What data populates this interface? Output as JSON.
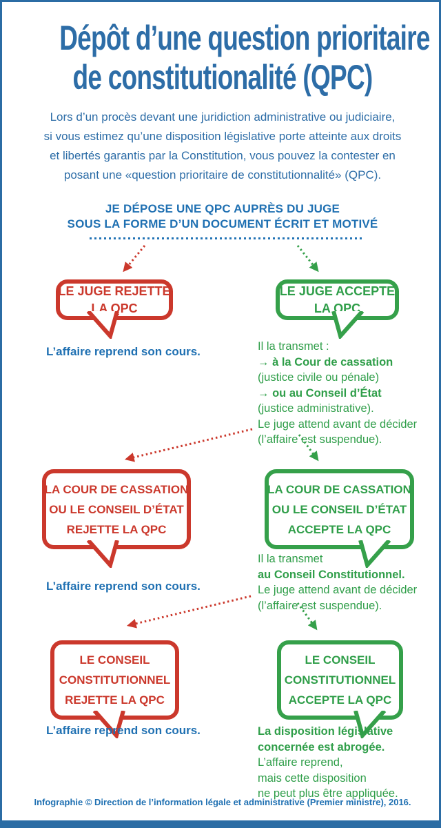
{
  "colors": {
    "red": "#cb382c",
    "green": "#35a04a",
    "green_text": "#2f9e49",
    "blue_title": "#2d6da7",
    "blue_bright": "#1f70b2",
    "border_blue": "#2b6ca4"
  },
  "title": {
    "line1": "Dépôt d’une question prioritaire",
    "line2": "de constitutionalité (QPC)"
  },
  "intro": {
    "lines": [
      "Lors d’un procès devant une juridiction administrative ou judiciaire,",
      "si vous estimez qu’une disposition législative porte atteinte aux droits",
      "et libertés garantis par la Constitution, vous pouvez la contester en",
      "posant une «question prioritaire de constitutionnalité» (QPC)."
    ]
  },
  "flow": {
    "start": {
      "line1": "JE DÉPOSE UNE QPC AUPRÈS DU JUGE",
      "line2": "SOUS LA FORME D’UN DOCUMENT ÉCRIT ET MOTIVÉ"
    },
    "steps": [
      {
        "reject": {
          "lines": [
            "LE JUGE REJETTE",
            "LA QPC"
          ],
          "outcome": "L’affaire reprend son cours."
        },
        "accept": {
          "lines": [
            "LE JUGE ACCEPTE",
            "LA QPC"
          ],
          "details": [
            {
              "t": "Il la transmet :",
              "b": false
            },
            {
              "t": "→ à la Cour de cassation",
              "b": true
            },
            {
              "t": "(justice civile ou pénale)",
              "b": false
            },
            {
              "t": "→ ou au Conseil d’État",
              "b": true
            },
            {
              "t": "(justice administrative).",
              "b": false
            },
            {
              "t": "Le juge attend avant de décider",
              "b": false
            },
            {
              "t": "(l’affaire est suspendue).",
              "b": false
            }
          ]
        }
      },
      {
        "reject": {
          "lines": [
            "LA COUR DE CASSATION",
            "OU LE CONSEIL D’ÉTAT",
            "REJETTE LA QPC"
          ],
          "outcome": "L’affaire reprend son cours."
        },
        "accept": {
          "lines": [
            "LA COUR DE CASSATION",
            "OU LE CONSEIL D’ÉTAT",
            "ACCEPTE LA QPC"
          ],
          "details": [
            {
              "t": "Il la transmet",
              "b": false
            },
            {
              "t": "au Conseil Constitutionnel.",
              "b": true
            },
            {
              "t": "Le juge attend avant de décider",
              "b": false
            },
            {
              "t": "(l’affaire est suspendue).",
              "b": false
            }
          ]
        }
      },
      {
        "reject": {
          "lines": [
            "LE CONSEIL",
            "CONSTITUTIONNEL",
            "REJETTE LA QPC"
          ],
          "outcome": "L’affaire reprend son cours."
        },
        "accept": {
          "lines": [
            "LE CONSEIL",
            "CONSTITUTIONNEL",
            "ACCEPTE LA QPC"
          ],
          "details": [
            {
              "t": "La disposition législative",
              "b": true
            },
            {
              "t": "concernée est abrogée.",
              "b": true
            },
            {
              "t": "L’affaire reprend,",
              "b": false
            },
            {
              "t": "mais cette disposition",
              "b": false
            },
            {
              "t": "ne peut plus être appliquée.",
              "b": false
            }
          ]
        }
      }
    ]
  },
  "footer": {
    "credit": "Infographie © Direction de l’information légale et administrative (Premier ministre), 2016."
  }
}
